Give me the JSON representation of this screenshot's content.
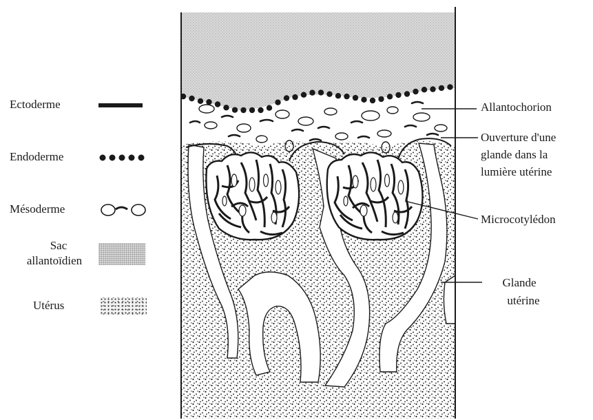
{
  "legend": {
    "ectoderme": "Ectoderme",
    "endoderme": "Endoderme",
    "mesoderme": "Mésoderme",
    "sac_line1": "Sac",
    "sac_line2": "allantoïdien",
    "uterus": "Utérus"
  },
  "callouts": {
    "allantochorion": "Allantochorion",
    "ouverture_line1": "Ouverture d'une",
    "ouverture_line2": "glande dans la",
    "ouverture_line3": "lumière utérine",
    "microcotyledon": "Microcotylédon",
    "glande_line1": "Glande",
    "glande_line2": "utérine"
  },
  "colors": {
    "ink": "#1a1a1a",
    "sac_fill": "#d8d8d8",
    "background": "#ffffff"
  }
}
